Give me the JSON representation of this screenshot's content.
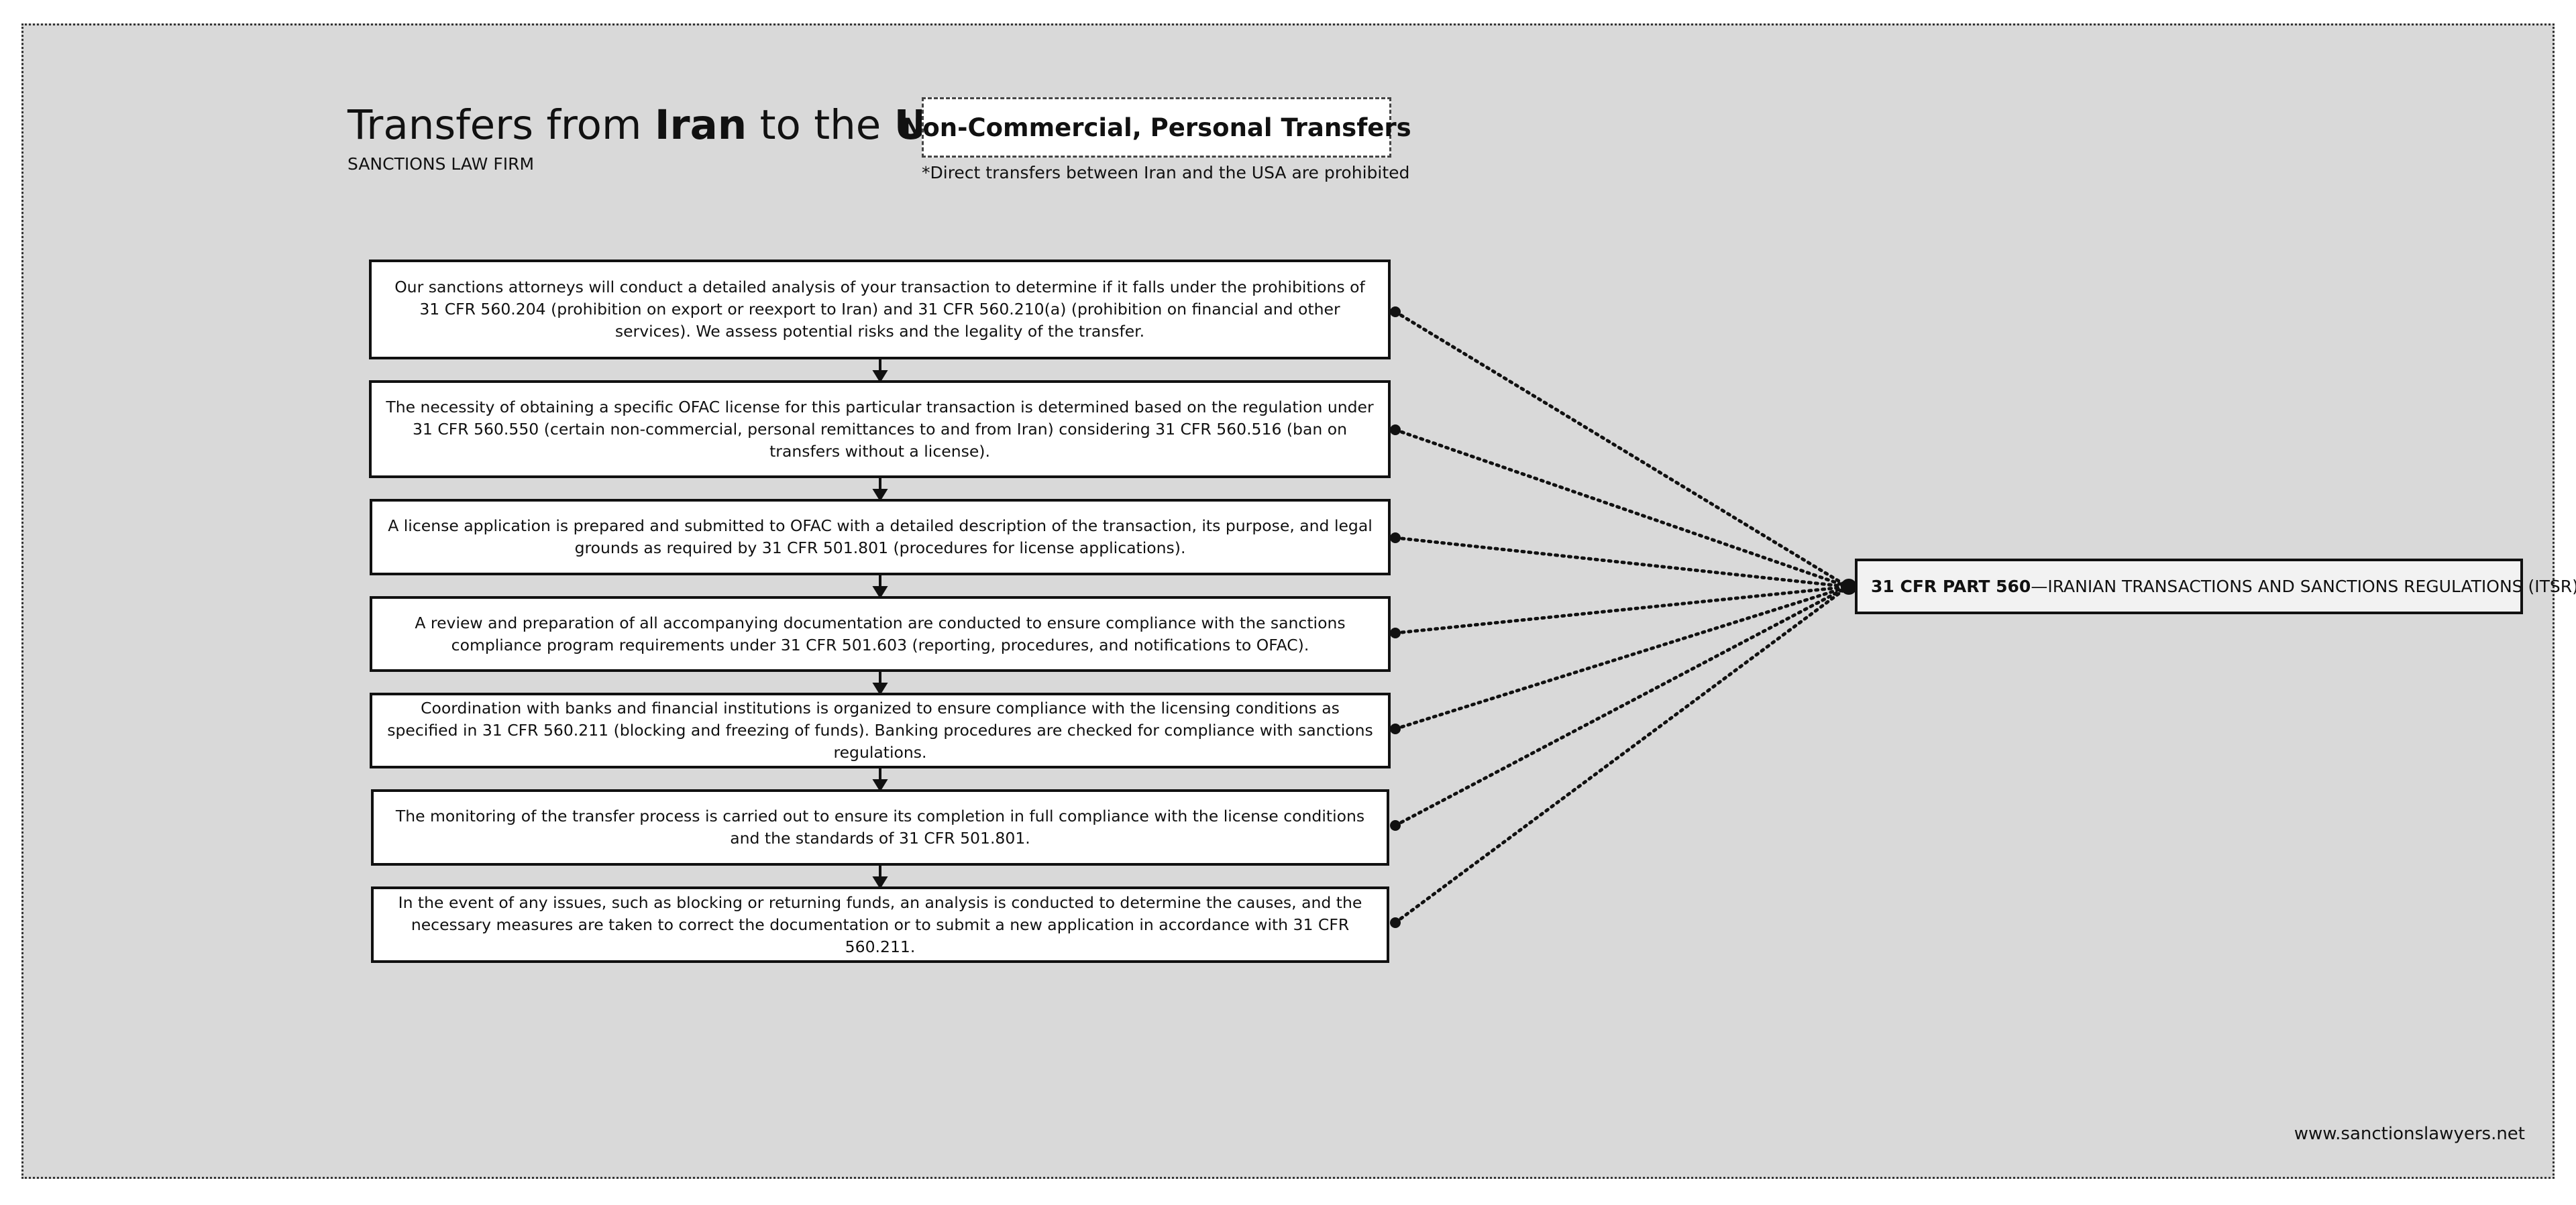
{
  "header": {
    "title_prefix": "Transfers from ",
    "title_iran": "Iran",
    "title_middle": " to the ",
    "title_usa": "USA",
    "subtitle": "SANCTIONS LAW FIRM",
    "tag": "Non-Commercial, Personal Transfers",
    "note": "*Direct transfers between Iran and the USA are prohibited"
  },
  "steps": [
    "Our sanctions attorneys will conduct a detailed analysis of your transaction to determine if it falls under the prohibitions of 31 CFR 560.204 (prohibition on export or reexport to Iran) and 31 CFR 560.210(a) (prohibition on financial and other services). We assess potential risks and the legality of the transfer.",
    "The necessity of obtaining a specific OFAC license for this particular transaction is determined based on the regulation under 31 CFR 560.550 (certain non-commercial, personal remittances to and from Iran) considering 31 CFR 560.516 (ban on transfers without a license).",
    "A license application is prepared and submitted to OFAC with a detailed description of the transaction, its purpose, and legal grounds as required by 31 CFR 501.801 (procedures for license applications).",
    "A review and preparation of all accompanying documentation are conducted to ensure compliance with the sanctions compliance program requirements under 31 CFR 501.603 (reporting, procedures, and notifications to OFAC).",
    "Coordination with banks and financial institutions is organized to ensure compliance with the licensing conditions as specified in 31 CFR 560.211 (blocking and freezing of funds). Banking procedures are checked for compliance with sanctions regulations.",
    "The monitoring of the transfer process is carried out to ensure its completion in full compliance with the license conditions and the standards of 31 CFR 501.801.",
    "In the event of any issues, such as blocking or returning funds, an analysis is conducted to determine the causes, and the necessary measures are taken to correct the documentation or to submit a new application in accordance with 31 CFR 560.211."
  ],
  "regulation": {
    "code": "31 CFR PART 560",
    "dash": "—",
    "name": "IRANIAN TRANSACTIONS AND SANCTIONS REGULATIONS (ITSR)"
  },
  "footer": {
    "website": "www.sanctionslawyers.net"
  }
}
